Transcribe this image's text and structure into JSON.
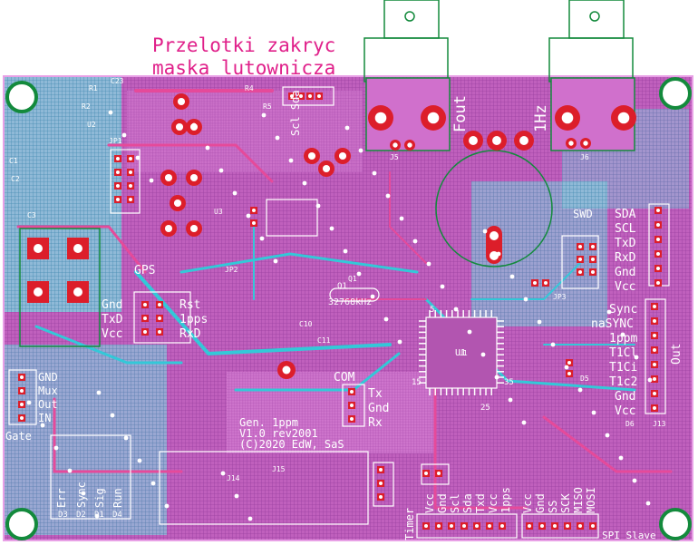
{
  "annotation": {
    "line1": "Przelotki zakryc",
    "line2": "maska lutownicza"
  },
  "connectors_top": {
    "fout": "Fout",
    "onehz": "1Hz"
  },
  "labels": {
    "scl_sda_top": "Scl Sda",
    "gps": "GPS",
    "gnd_txd_vcc": [
      "Gnd",
      "TxD",
      "Vcc"
    ],
    "rst_pps_rxd": [
      "Rst",
      "1pps",
      "RxD"
    ],
    "gate_pins": [
      "GND",
      "Mux",
      "Out",
      "IN"
    ],
    "gate": "Gate",
    "com_pins": [
      "COM",
      "Tx",
      "Gnd",
      "Rx"
    ],
    "board_title": [
      "Gen. 1ppm",
      "V1.0 rev2001",
      "(C)2020 EdW, SaS"
    ],
    "leds_bottom": [
      "Err",
      "Sync",
      "Sig",
      "Run"
    ],
    "led_refs": [
      "D3",
      "D2",
      "D1",
      "D4"
    ],
    "timer_pins": [
      "Vcc",
      "Gnd",
      "Scl",
      "Sda",
      "Txd",
      "Vcc",
      "1pps"
    ],
    "timer": "Timer",
    "spi_pins": [
      "Vcc",
      "Gnd",
      "SS",
      "SCK",
      "MISO",
      "MOSI"
    ],
    "spi_slave": "SPI Slave",
    "right_pins": [
      "SDA",
      "SCL",
      "TxD",
      "RxD",
      "Gnd",
      "Vcc"
    ],
    "swd": "SWD",
    "out_pins": [
      "Sync",
      "naSYNC",
      "1ppm",
      "T1Cl",
      "T1Ci",
      "T1c2",
      "Gnd",
      "Vcc"
    ],
    "out": "Out",
    "crystal": "32768kHz",
    "xtal_ref": "Q1",
    "mcu_ref": "U1",
    "pin_numbers": [
      "25",
      "35",
      "15",
      "5"
    ],
    "smd_refs": [
      "C23",
      "R1",
      "R2",
      "C1",
      "C2",
      "C3",
      "R4",
      "R5",
      "C10",
      "C11",
      "J5",
      "J6",
      "J13",
      "J14",
      "J15",
      "JP1",
      "JP2",
      "JP3",
      "Q1",
      "U1",
      "U2",
      "U3",
      "D5",
      "D6"
    ]
  },
  "colors": {
    "board": "#b255b0",
    "mesh_cyan": "#29b6c8",
    "copper_red": "#dc1e2a",
    "silk": "#ffffff",
    "outline_green": "#138a3c",
    "annotation": "#e0208a"
  }
}
